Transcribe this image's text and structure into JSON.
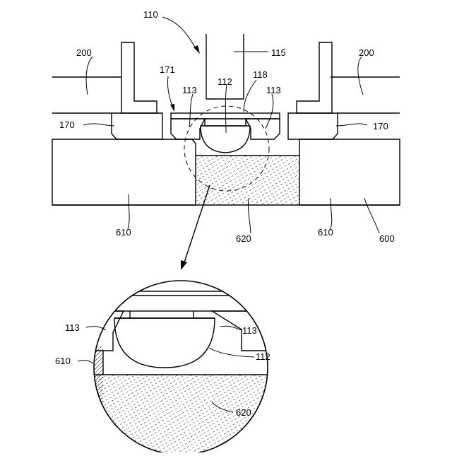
{
  "figure": {
    "labels": {
      "l110": "110",
      "l115": "115",
      "l200_left": "200",
      "l200_right": "200",
      "l171": "171",
      "l112": "112",
      "l118": "118",
      "l113_left": "113",
      "l113_right": "113",
      "l170_left": "170",
      "l170_right": "170",
      "l610_left": "610",
      "l620": "620",
      "l610_right": "610",
      "l600": "600"
    },
    "detail_labels": {
      "d113_left": "113",
      "d113_right": "113",
      "d610": "610",
      "d112": "112",
      "d620": "620"
    }
  }
}
